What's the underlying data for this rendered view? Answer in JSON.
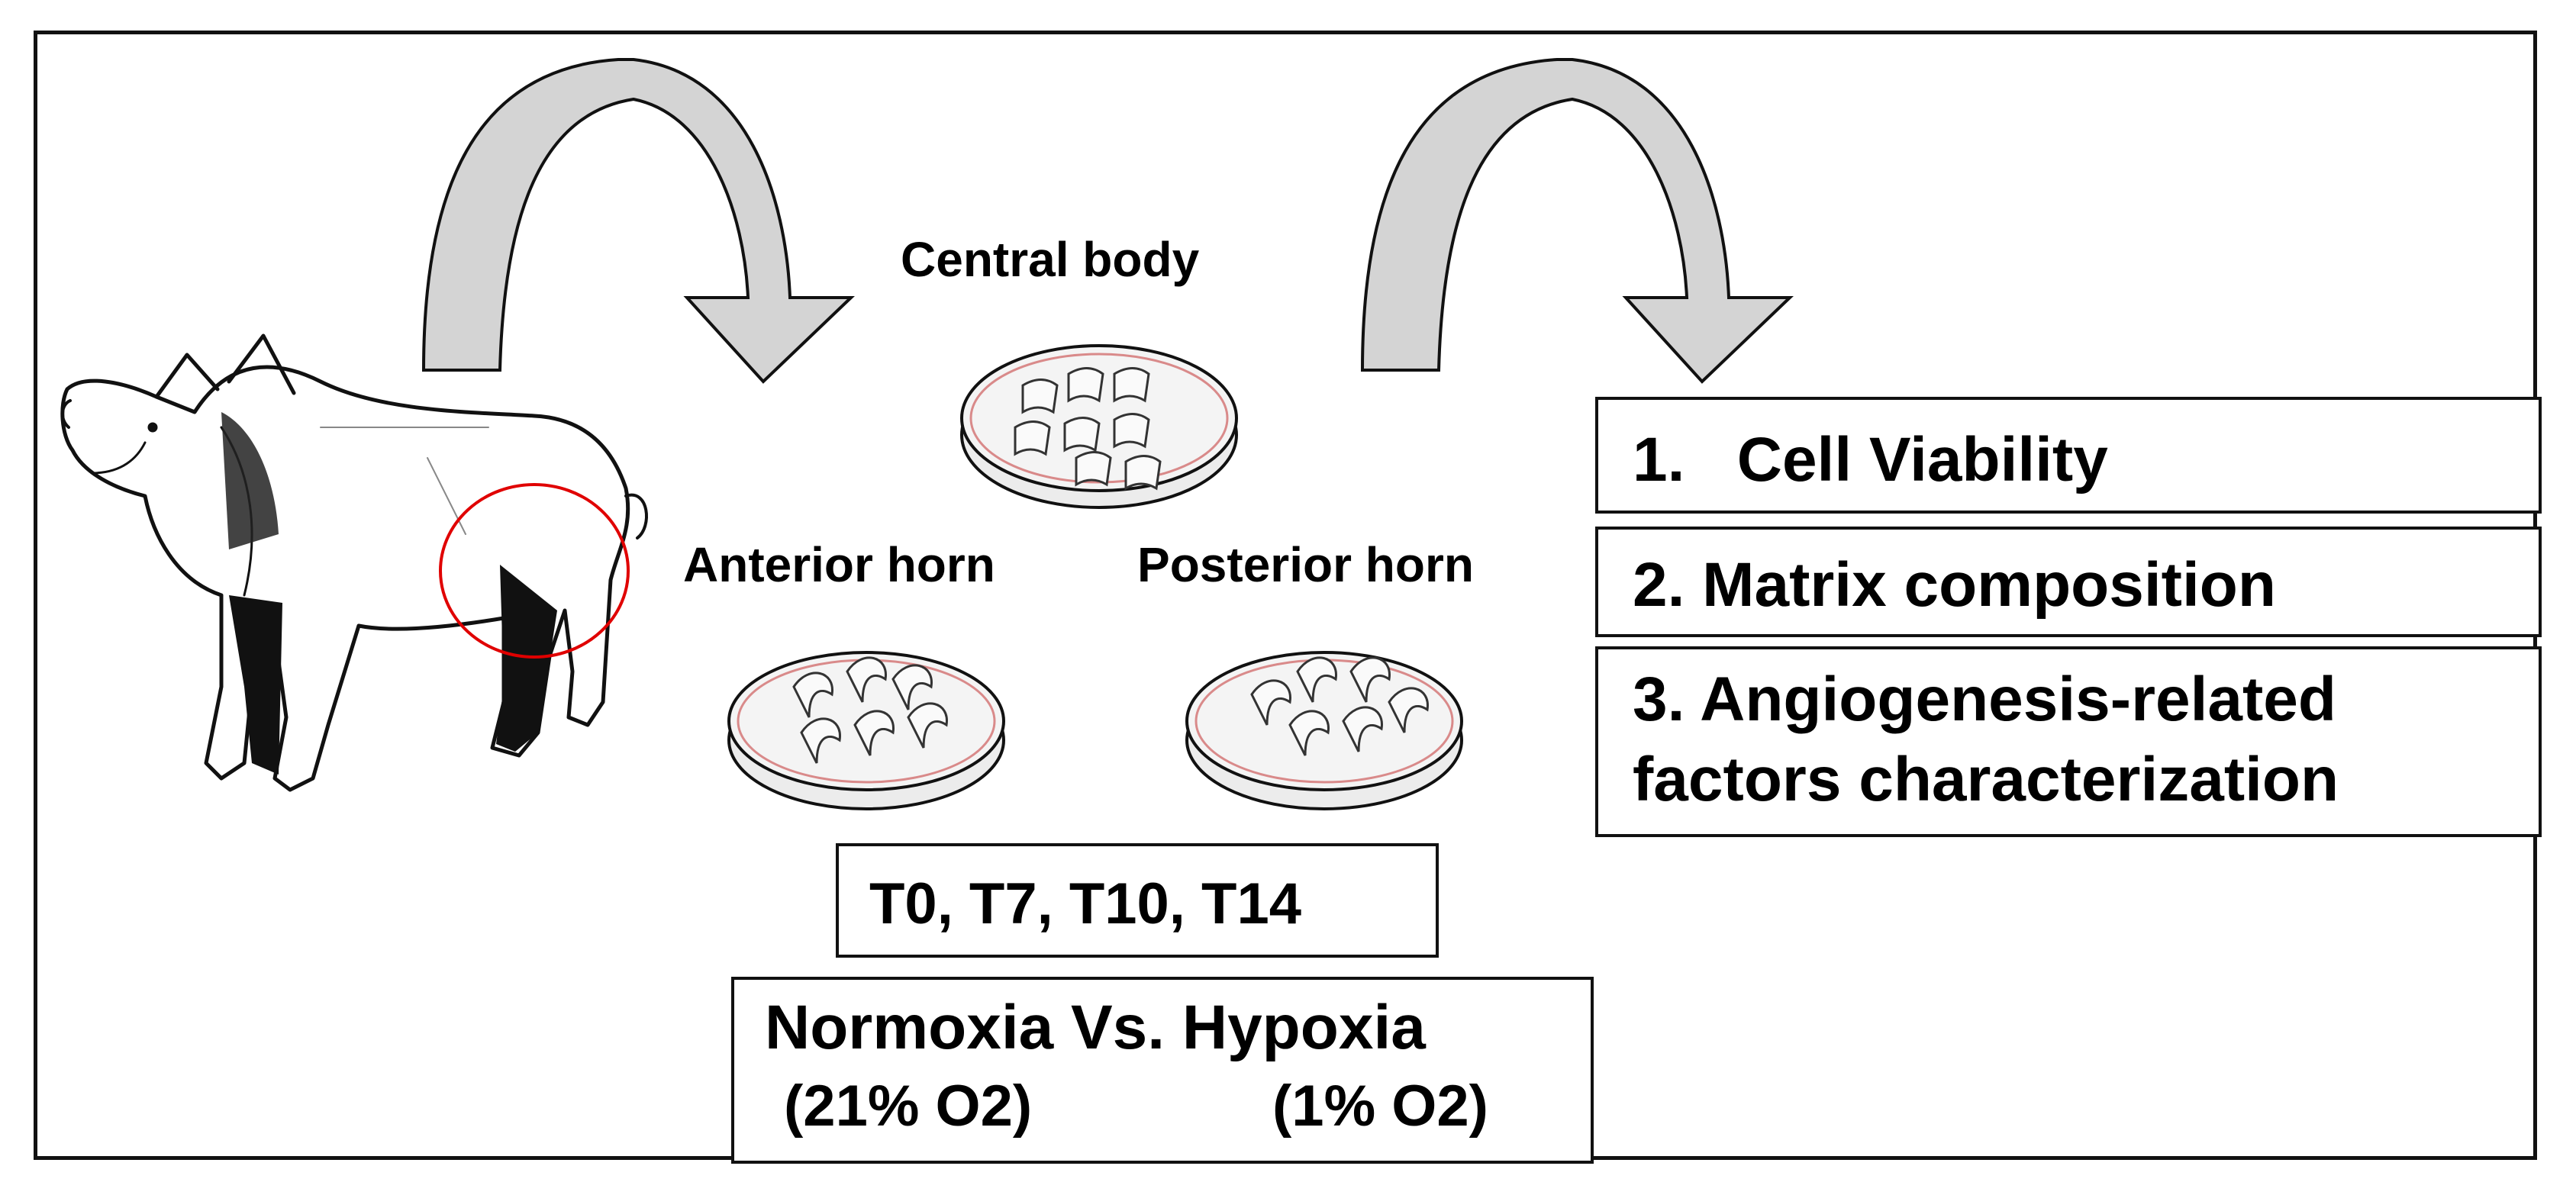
{
  "labels": {
    "central_body": "Central body",
    "anterior_horn": "Anterior horn",
    "posterior_horn": "Posterior horn"
  },
  "timepoints": "T0, T7, T10, T14",
  "conditions": {
    "title": "Normoxia Vs. Hypoxia",
    "normoxia_o2": "(21% O2)",
    "hypoxia_o2": "(1% O2)"
  },
  "analyses": [
    {
      "line1": "1.   Cell Viability"
    },
    {
      "line1": "2. Matrix composition"
    },
    {
      "line1": "3. Angiogenesis-related",
      "line2": "factors characterization"
    }
  ],
  "colors": {
    "arrow_fill": "#d4d4d4",
    "highlight_circle": "#e00000",
    "dish_fill": "#f4f4f4",
    "dish_rim": "#d98a8a"
  }
}
